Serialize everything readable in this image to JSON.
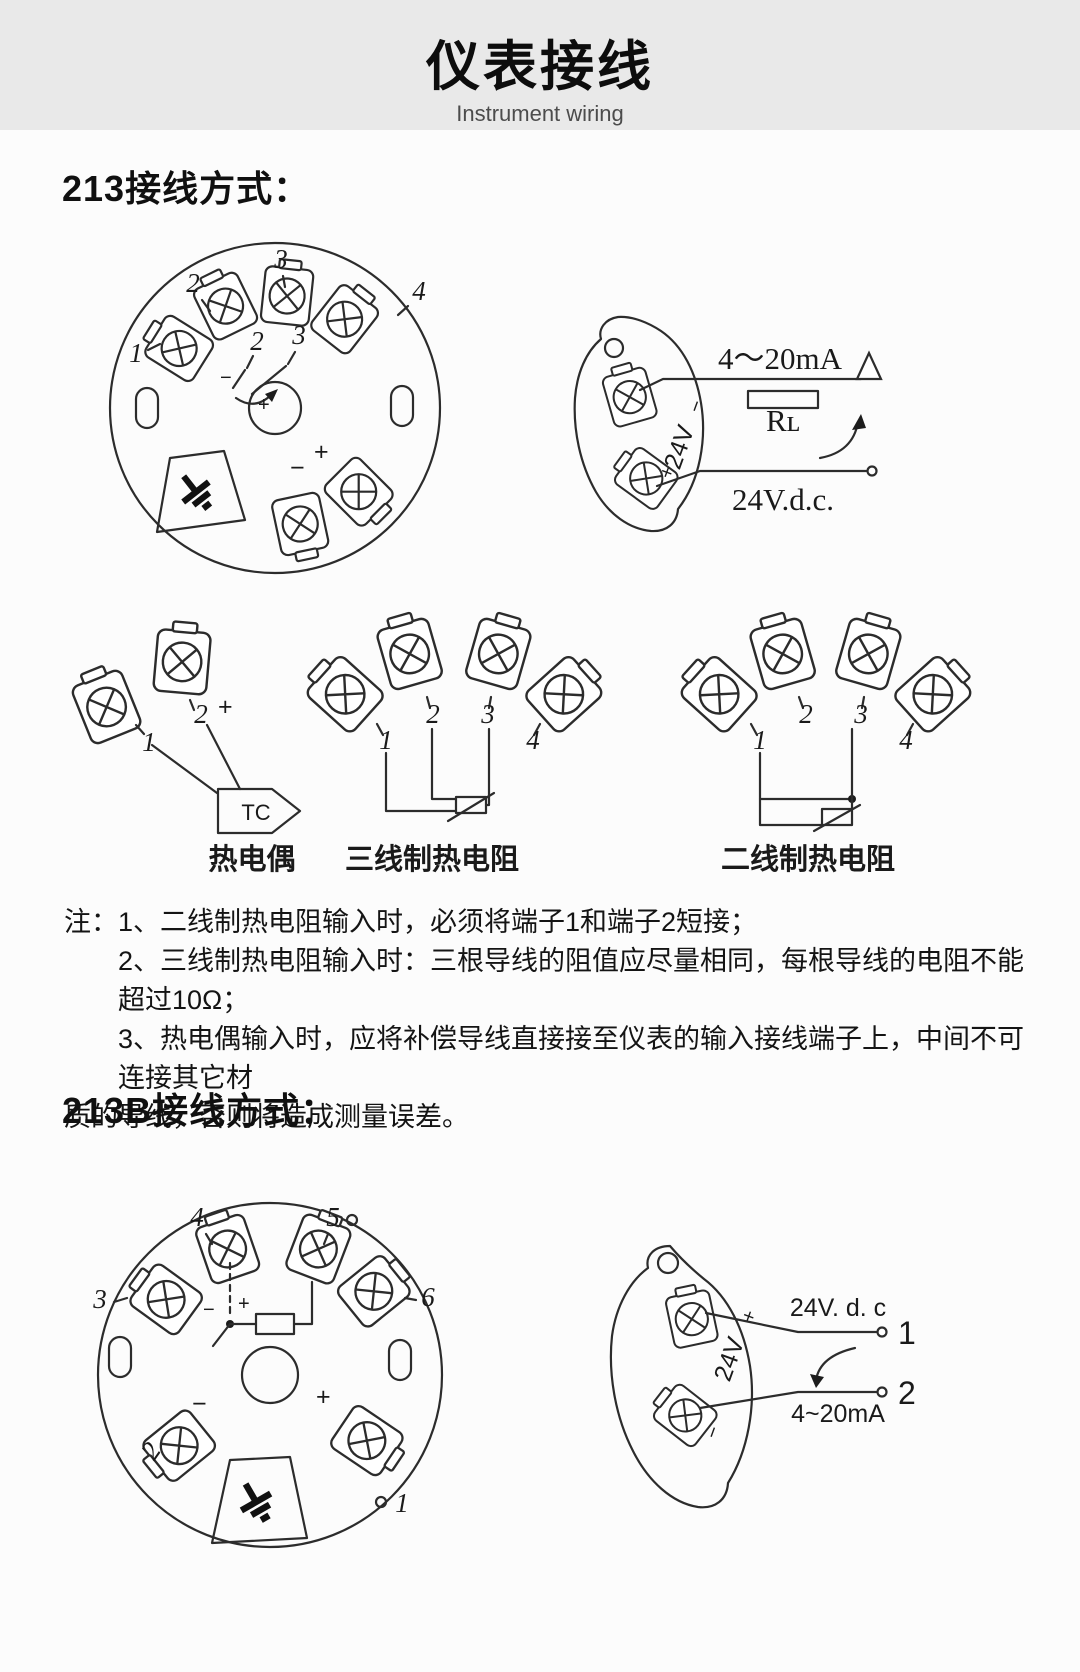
{
  "sym": {
    "plus": "+",
    "minus": "−"
  },
  "header": {
    "title": "仪表接线",
    "subtitle": "Instrument wiring"
  },
  "section_213": {
    "heading": "213接线方式：",
    "head": {
      "outer_labels": [
        "1",
        "2",
        "3",
        "4"
      ],
      "inner_labels": [
        "2",
        "3"
      ]
    },
    "output": {
      "supply_text": "24V",
      "current_label": "4～20mA",
      "load_label": "Rʟ",
      "dc_label": "24V.d.c."
    },
    "tc": {
      "labels": [
        "1",
        "2"
      ],
      "box_label": "TC",
      "caption": "热电偶"
    },
    "rtd3": {
      "labels": [
        "1",
        "2",
        "3",
        "4"
      ],
      "caption": "三线制热电阻"
    },
    "rtd2": {
      "labels": [
        "1",
        "2",
        "3",
        "4"
      ],
      "caption": "二线制热电阻"
    }
  },
  "notes": {
    "lines": [
      "注：1、二线制热电阻输入时，必须将端子1和端子2短接；",
      "2、三线制热电阻输入时：三根导线的阻值应尽量相同，每根导线的电阻不能超过10Ω；",
      "3、热电偶输入时，应将补偿导线直接接至仪表的输入接线端子上，中间不可连接其它材",
      "质的导线，否则将造成测量误差。"
    ]
  },
  "section_213b": {
    "heading": "213B接线方式：",
    "head": {
      "outer_labels": [
        "3",
        "4",
        "5",
        "6"
      ],
      "bottom_labels": [
        "2",
        "1"
      ]
    },
    "output": {
      "supply_text": "24V",
      "dc_label": "24V. d. c",
      "current_label": "4~20mA",
      "terminal_1": "1",
      "terminal_2": "2"
    }
  }
}
